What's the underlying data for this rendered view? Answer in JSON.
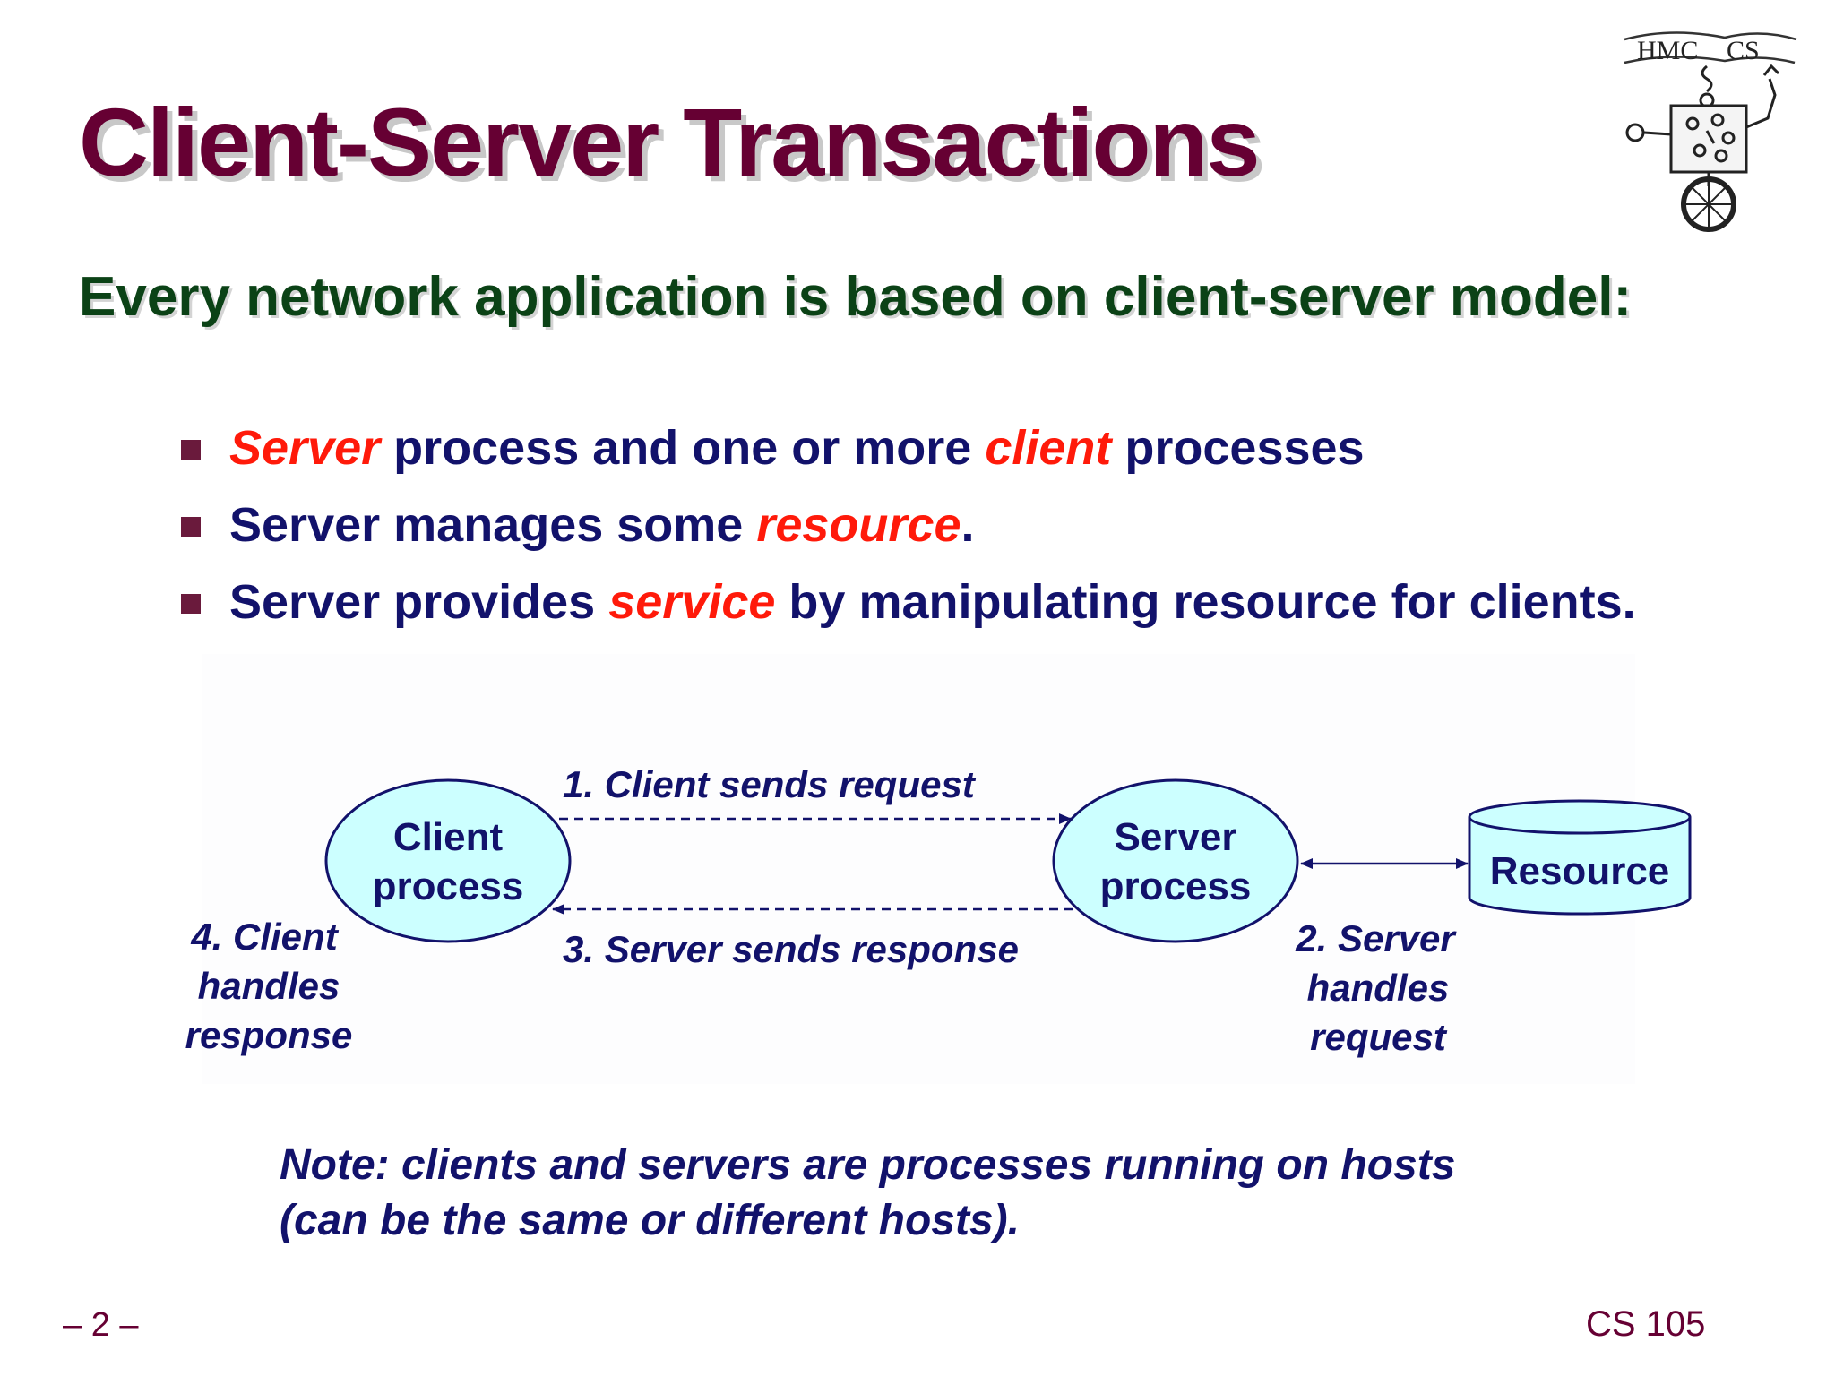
{
  "slide": {
    "title": "Client-Server Transactions",
    "lead": "Every network application is based on client-server model:",
    "bullets": [
      {
        "parts": [
          {
            "text": "Server",
            "highlight": true
          },
          {
            "text": " process and one or more ",
            "highlight": false
          },
          {
            "text": "client",
            "highlight": true
          },
          {
            "text": " processes",
            "highlight": false
          }
        ]
      },
      {
        "parts": [
          {
            "text": "Server manages some ",
            "highlight": false
          },
          {
            "text": "resource",
            "highlight": true
          },
          {
            "text": ".",
            "highlight": false
          }
        ]
      },
      {
        "parts": [
          {
            "text": "Server provides ",
            "highlight": false
          },
          {
            "text": "service",
            "highlight": true
          },
          {
            "text": " by manipulating resource for clients.",
            "highlight": false
          }
        ]
      }
    ],
    "note": {
      "line1": "Note: clients and servers are processes running on hosts",
      "line2": "(can be the same or different hosts)."
    },
    "footer": {
      "page": "– 2 –",
      "course": "CS 105"
    }
  },
  "logo": {
    "text_left": "HMC",
    "text_right": "CS"
  },
  "diagram": {
    "client": {
      "line1": "Client",
      "line2": "process"
    },
    "server": {
      "line1": "Server",
      "line2": "process"
    },
    "resource": {
      "label": "Resource"
    },
    "step1": "1. Client sends request",
    "step2": {
      "line1": "2. Server",
      "line2": "handles",
      "line3": "request"
    },
    "step3": "3. Server sends response",
    "step4": {
      "line1": "4. Client",
      "line2": "handles",
      "line3": "response"
    }
  },
  "colors": {
    "title": "#660033",
    "lead": "#0b4216",
    "body": "#12126b",
    "highlight": "#ff1a0a",
    "node_fill": "#ccffff",
    "node_stroke": "#12126b"
  }
}
